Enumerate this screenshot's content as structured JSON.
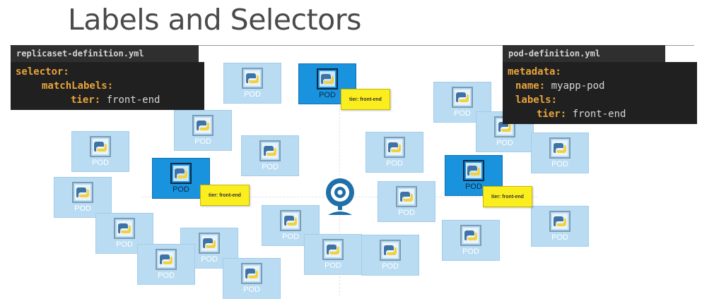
{
  "slide": {
    "title": "Labels and Selectors"
  },
  "replicaset": {
    "filename": "replicaset-definition.yml",
    "lines": [
      {
        "key": "selector:",
        "value": ""
      },
      {
        "key": "matchLabels:",
        "value": ""
      },
      {
        "key": "tier:",
        "value": "front-end"
      }
    ]
  },
  "pod_def": {
    "filename": "pod-definition.yml",
    "lines": [
      {
        "key": "metadata:",
        "value": ""
      },
      {
        "key": "name:",
        "value": "myapp-pod"
      },
      {
        "key": "labels:",
        "value": ""
      },
      {
        "key": "tier:",
        "value": "front-end"
      }
    ]
  },
  "pod_label": "POD",
  "label_tag": "tier: front-end",
  "pods": [
    {
      "id": "p1",
      "selected": false
    },
    {
      "id": "p2",
      "selected": true
    },
    {
      "id": "p3",
      "selected": false
    },
    {
      "id": "p4",
      "selected": false
    },
    {
      "id": "p5",
      "selected": false
    },
    {
      "id": "p6",
      "selected": false
    },
    {
      "id": "p7",
      "selected": false
    },
    {
      "id": "p8",
      "selected": false
    },
    {
      "id": "p9",
      "selected": true
    },
    {
      "id": "p10",
      "selected": false
    },
    {
      "id": "p11",
      "selected": false
    },
    {
      "id": "p12",
      "selected": false
    },
    {
      "id": "p13",
      "selected": false
    },
    {
      "id": "p14",
      "selected": false
    },
    {
      "id": "p15",
      "selected": false
    },
    {
      "id": "p16",
      "selected": false
    },
    {
      "id": "p17",
      "selected": false
    },
    {
      "id": "p18",
      "selected": false
    },
    {
      "id": "p19",
      "selected": false
    },
    {
      "id": "p20",
      "selected": false
    },
    {
      "id": "p21",
      "selected": false
    },
    {
      "id": "p22",
      "selected": false
    },
    {
      "id": "p23",
      "selected": false
    },
    {
      "id": "p24",
      "selected": true
    },
    {
      "id": "p25",
      "selected": false
    },
    {
      "id": "p26",
      "selected": false
    }
  ],
  "colors": {
    "pod_fill": "#b9dcf3",
    "pod_selected_fill": "#1a93df",
    "tag_fill": "#fbee1e",
    "code_key": "#e8a33a",
    "code_value": "#d6d6d6",
    "hub_color": "#1f6fa8"
  },
  "icons": {
    "pod": "python-logo-icon",
    "hub": "webcam-icon"
  }
}
